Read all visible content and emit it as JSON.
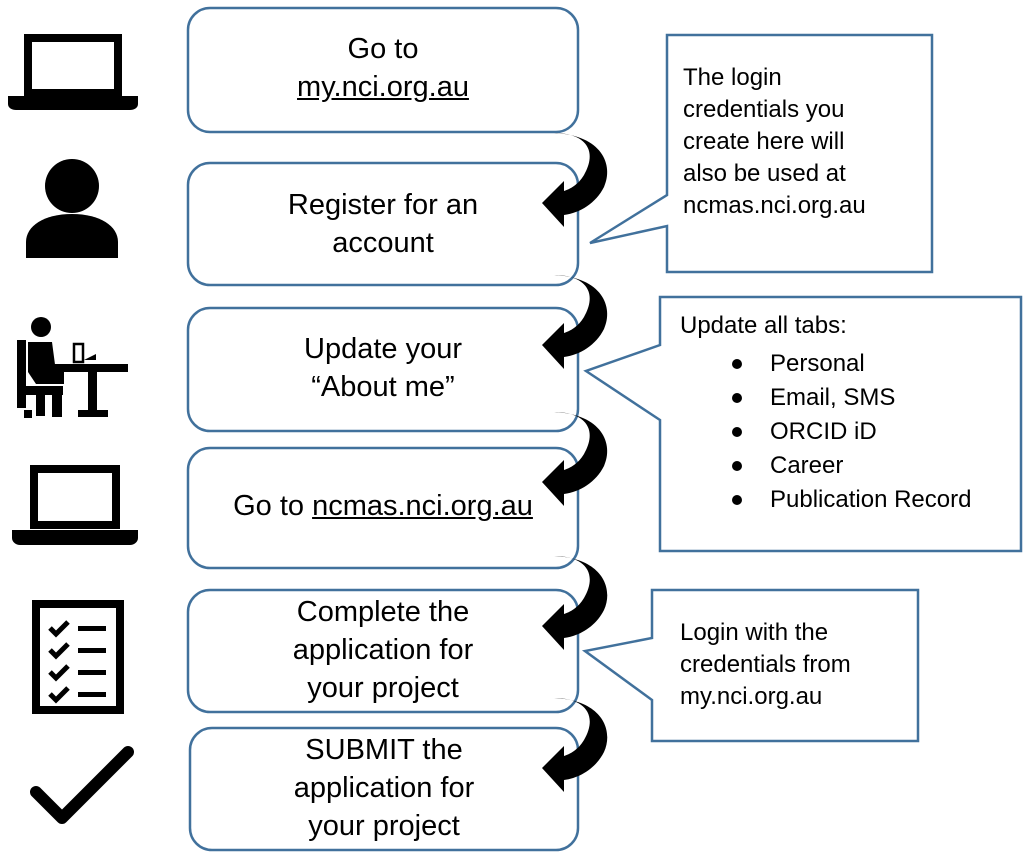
{
  "steps": [
    {
      "prefix": "Go to",
      "link": "my.nci.org.au",
      "icon": "laptop-icon"
    },
    {
      "line1": "Register for an",
      "line2": "account",
      "icon": "user-icon"
    },
    {
      "line1": "Update your",
      "line2": "“About me”",
      "icon": "person-at-desk-icon"
    },
    {
      "prefix": "Go to ",
      "link": "ncmas.nci.org.au",
      "icon": "laptop-icon"
    },
    {
      "line1": "Complete the",
      "line2": "application for",
      "line3": "your project",
      "icon": "checklist-icon"
    },
    {
      "line1": "SUBMIT the",
      "line2": "application for",
      "line3": "your project",
      "icon": "checkmark-icon"
    }
  ],
  "callouts": {
    "credentials": {
      "lines": [
        "The login",
        "credentials you",
        "create here will",
        "also be used at",
        "ncmas.nci.org.au"
      ]
    },
    "about_me": {
      "heading": "Update all tabs:",
      "items": [
        "Personal",
        "Email, SMS",
        "ORCID iD",
        "Career",
        "Publication Record"
      ]
    },
    "login": {
      "lines": [
        "Login with the",
        "credentials from",
        "my.nci.org.au"
      ]
    }
  },
  "colors": {
    "box_border": "#41719c",
    "icon": "#000000",
    "arrow": "#000000"
  }
}
